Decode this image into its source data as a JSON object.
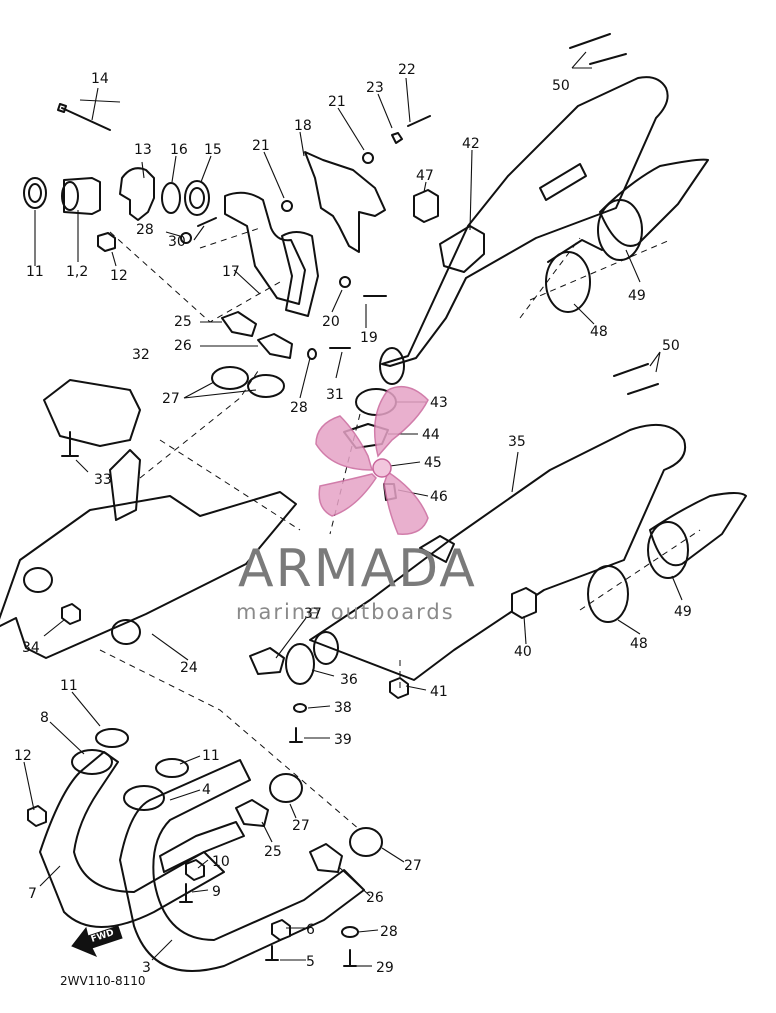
{
  "callouts": [
    "14",
    "13",
    "16",
    "15",
    "11",
    "1,2",
    "12",
    "22",
    "23",
    "21",
    "18",
    "21",
    "30",
    "28",
    "17",
    "47",
    "42",
    "50",
    "20",
    "19",
    "25",
    "26",
    "32",
    "27",
    "28",
    "31",
    "43",
    "44",
    "45",
    "46",
    "33",
    "35",
    "49",
    "48",
    "50",
    "34",
    "24",
    "37",
    "36",
    "40",
    "41",
    "38",
    "39",
    "48",
    "49",
    "11",
    "8",
    "12",
    "11",
    "4",
    "7",
    "10",
    "9",
    "3",
    "27",
    "25",
    "26",
    "27",
    "6",
    "5",
    "28",
    "29"
  ],
  "diagram_code": "2WV110-8110",
  "direction_label": "FWD",
  "watermark": {
    "title": "ARMADA",
    "subtitle": "marine outboards",
    "logo_color": "#e6a3c6"
  }
}
